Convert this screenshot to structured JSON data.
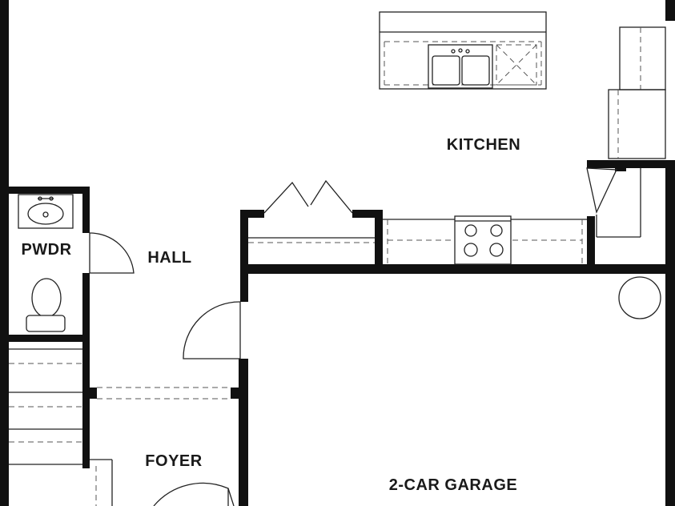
{
  "plan": {
    "colors": {
      "wall": "#111111",
      "line": "#222222",
      "background": "#ffffff"
    },
    "rooms": {
      "kitchen": "KITCHEN",
      "powder": "PWDR",
      "hall": "HALL",
      "foyer": "FOYER",
      "garage": "2-CAR GARAGE"
    },
    "fixtures": [
      "kitchen-island",
      "double-sink",
      "dishwasher",
      "range",
      "refrigerator",
      "pantry",
      "vanity-sink",
      "toilet",
      "water-heater",
      "stairs"
    ]
  }
}
